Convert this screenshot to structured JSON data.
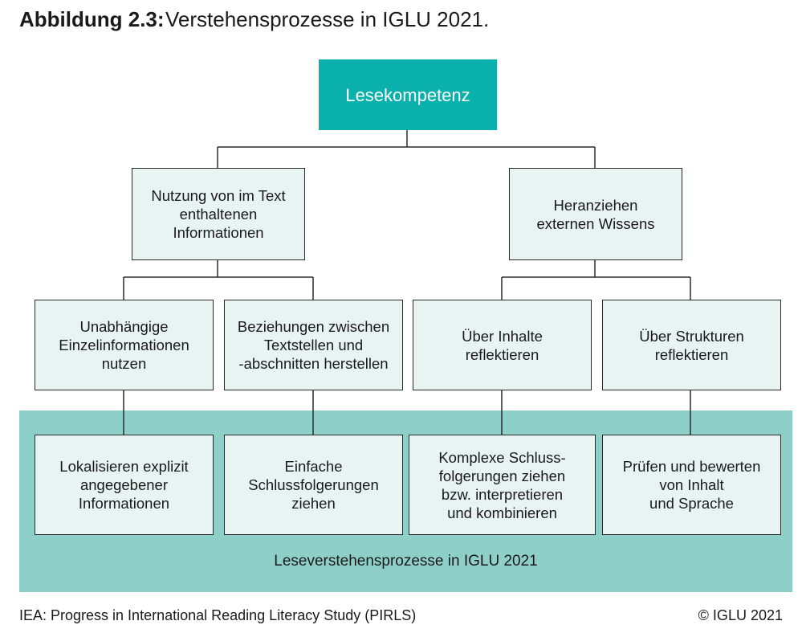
{
  "heading": {
    "label": "Abbildung 2.3:",
    "title": "Verstehensprozesse in IGLU 2021."
  },
  "root": "Lesekompetenz",
  "level1": [
    "Nutzung von im Text\nenthaltenen\nInformationen",
    "Heranziehen\nexternen Wissens"
  ],
  "level2": [
    "Unabhängige\nEinzelinformationen\nnutzen",
    "Beziehungen zwischen\nTextstellen und\n-abschnitten herstellen",
    "Über Inhalte\nreflektieren",
    "Über Strukturen\nreflektieren"
  ],
  "processes": [
    "Lokalisieren explizit\nangegebener\nInformationen",
    "Einfache\nSchlussfolgerungen\nziehen",
    "Komplexe Schluss-\nfolgerungen ziehen\nbzw. interpretieren\nund kombinieren",
    "Prüfen und bewerten\nvon Inhalt\nund Sprache"
  ],
  "band_label": "Leseverstehensprozesse in IGLU 2021",
  "footer": {
    "source": "IEA: Progress in International Reading Literacy Study (PIRLS)",
    "copyright": "© IGLU 2021"
  },
  "colors": {
    "root_fill": "#0ab0ab",
    "box_fill": "#e8f4f2",
    "band_fill": "#8fcfc9"
  }
}
